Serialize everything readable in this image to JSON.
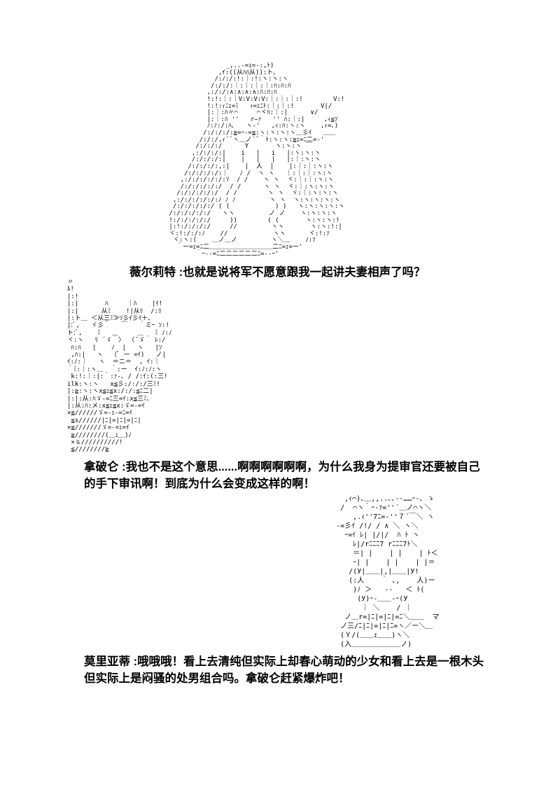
{
  "page": {
    "background": "#ffffff",
    "text_color": "#000000"
  },
  "panels": [
    {
      "speaker": "薇尔莉特",
      "dialogue": "薇尔莉特 :也就是说将军不愿意跟我一起讲夫妻相声了吗？",
      "ascii_art": "                _,..-=ｪ=-:,ﾄ)\n              ,ｲ:((从ﾊﾊ从)):ト､\n             /:ﾉ:/:!:｜:!:ヽ:ヽ:ヽ\n            /:/:/:｜:｜:｜:｜:ﾊ:ﾊ:ﾊ\n           ,:/:/:∧:∧:∧:∧:ﾊ:ﾊ:ﾊ\n           !:!:｜:｜V:V:V:V:｜:｜:｜:!        V:!\n           !:!:ｨﾆｪ=ﾐ   ｨ=ｪﾆﾄ:｜:｜:!       V|/\n           |:｜:ﾊ〃⌒     ⌒ヾﾊ:｜:|      ∨/\n           |:｜:ﾊ ''   r―ｧ   '' ﾊ:｜:|     ,ｨ≦ｿ\n           ﾉ:ﾉ:/:ﾊ､   ヽ-'   ,ｨ:ﾊ:ヽ:ヽ    ,ｨ=､)\n          /:/:/:/:≧=ｰ-=≦:ヽ:ヽ:ヽ:ヽ＿彡ｲ   ＿＿\n         /:/:/,ｨ´¨ヽ＿ノ´¨｀ﾄ:ヽ:ヽ:≧ｪ=ﾆ二=-'\n        /:/:/:/      Y       ヽ:ヽ:ヽ ￣\n       ,:/:/:/:|    i   |   i   |:ヽ:ヽ:ヽ\n       /:/:/:/:|    |   |   |   |:｜:ヽ:ヽ\n      /:/:/:/:,:|    |  人  |    |:｜:｜:ヽ:ヽ\n     /:/:/:/:/:｜   ﾉ /  ヽ ヽ   ｜:｜:｜:ヽ:ヽ\n    ,:/:/:/:/:/:ｿ  / /    ヽ ヽ  ヾ:｜:｜:ヽ:ヽ\n    /:/:/:/:/:/  / /      ヽ ヽ  ヾ:｜:ヽ:ヽ:ヽ\n   /:/:/:/:/:/  / /        ヽ ヽ  ヾ:｜:ヽ:ヽ:ヽ\n  ,:/:/:/:/:/:ﾉ ﾉ ﾉ         ヽ ヽ  ヽ:ヽ:ヽ:ヽ:ヽ\n  /:/:/:/:/:/ ( (            ) )   ヽ:ヽ:ヽ:ヽ:ヽ\n /:/:/:/:/:/   ヽヽ         ノ ノ    ヽ:ヽ:ヽ:ヽ\n !:/:/:/:/:/     ))        ( (       ヽ:ヽ:ヽ:!\n |:!:/:/:/:/     //         ヽヽ       ヽ:ヽ:!:|\n ヾ:!:/:/:ﾉ    //            ヽヽ      ヾ:!:ｿ\n  ヾ:ヽ:(    ＿ノ＿ノ         ヽ＼＿    ﾉ:ｿ\n   ｀ー=ｪ=ﾆ二＿＿＿＿＿＿＿＿＿＿二ﾆ=ｪ=ー'\n        ｀ｰ--=ﾆ二二二二二二ﾆ=--ｰ'"
    },
    {
      "speaker": "拿破仑",
      "dialogue": "拿破仑 :我也不是这个意思......啊啊啊啊啊啊，为什么我身为提审官还要被自己\n的手下审讯啊！到底为什么会变成这样的啊！",
      "ascii_art": "〃\nﾙ!\n|:!\n|:|       ﾊ     ｜ﾊ    |ｲ!\n|:|      从ﾐ    !|从ﾘ  /:ﾘ\n|:ト＿ ＜从三ﾐ≫ｿ彡ｲ彡ｲ＋､\n|:ﾞ,   ヾ彡｀   ￣   ｀ミｰ ｿ:!\nト:ﾞ,    ﾐ   ＿     ＿   ﾐ ﾉ:ﾉ\nヾ:ヽ   ﾘ ´ゞ｀〉 〈´ゞ｀ ﾚ:/\n ﾊ:ﾊ   |    ﾉ  |   ヽ   |ｿ\n ,ﾊ:|   ヽ   (ﾞ ー =ｲ)   ノ|\nｲ:ﾉ:｜   ヽ  ＝ニ＝  , ｲ:｜\n｀ﾐ:｜:ヽ＿  ｀:ー  ｲ:ﾉ:ﾉ:ヽ\n k:!:｜:|:｀:ｧ-､ / /:ｲ:(:三!\nilk:ヽ:ヽ   x≦彡:/:/:/三ﾐ!\n|:≧:ヽ:ヽx≦ｪ≦x:/:/:≦ﾆ二|\n|:|:从:ﾊゞ-=ﾆ三=ｲ:x≦三ﾐ､\n|:从:ﾊ:メ:x≦ｪ≦x:ゞ=-=ｲ\n×≦//////ゞ=-ｪ-=ﾆ=ｲ\n ≦s//////|ﾆ|=|ﾆ|=|ﾆ|\n×≦///////ゞ=-=ｪ=ｲ\n ≧////////(＿ｪ＿)ﾉ\n ×ｓ//////////!\n ≦////////≧"
    },
    {
      "speaker": "莫里亚蒂",
      "dialogue": "莫里亚蒂 :哦哦哦！看上去清纯但实际上却春心萌动的少女和看上去是一根木头\n但实际上是闷骚的处男组合吗。拿破仑赶紧爆炸吧！",
      "ascii_art": "       ,ｨ⌒)､＿,,..､､--……ｰ-､ ゝ\n      /  ⌒ヽ｀ｰ-ｧ=''´＿ノ⌒ヽ＼\n         ,.ｨ''7ﾆ=-''７´￣＼ ヽ\n     -=彡ｲ /!/ / ∧ ＼ ヽ＼\n       ｰ=ｲ ﾚ| |/|/  ﾊ ﾄ ヽ\n         ﾚ|/rﾆﾆﾆ7 rﾆﾆﾆ7ﾄ＼\n         ＝| |    | |    | ﾄ＜\n         ｰ| |    | |    | |＝\n        /(У|＿＿|,|＿＿|У!\n        (:人    ｀ ､,    人)ー\n         )ﾉ ＞   --   ＜ ﾄ(\n          (У)ｰ-＿＿-ｰ(У\n           ｜ ＼    / ｜\n       ノ＿r=|ﾆ|=|ﾆ|=ﾆ＼＿＿  マ\n      ノ三/ﾆ|ﾆ|=|ﾆ|ﾆ=ヽ／ー＼＿\n      (Ｙ/(＿＿ｪ＿＿)ヽ＼\n      (入＿＿＿＿＿＿＿ノ)"
    }
  ]
}
